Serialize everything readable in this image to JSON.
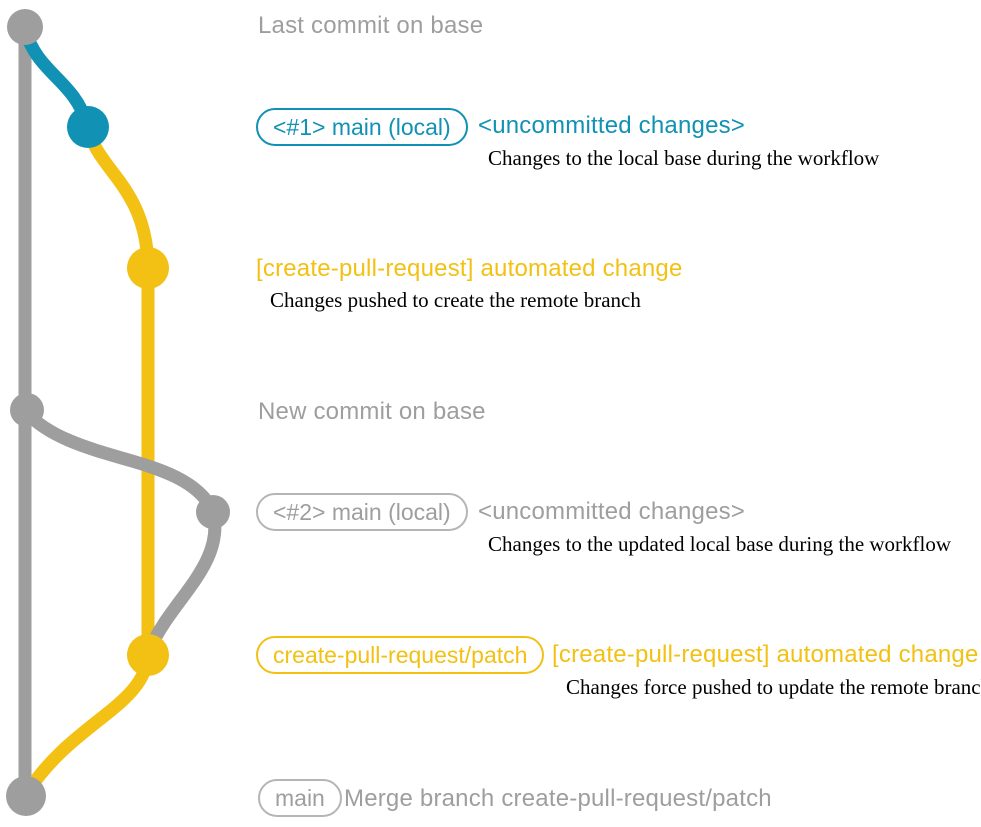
{
  "colors": {
    "gray": "#9e9e9e",
    "box_gray": "#b5b5b5",
    "teal": "#1191b4",
    "yellow": "#f2c114",
    "ink": "#000000"
  },
  "graph": {
    "base_branch_color": "#9e9e9e",
    "local_change_color": "#1191b4",
    "pull_request_branch_color": "#f2c114",
    "commit_count": 7
  },
  "rows": {
    "last_commit": {
      "label": "Last commit on base"
    },
    "step1": {
      "badge": "<#1> main (local)",
      "title": "<uncommitted changes>",
      "caption": "Changes to the local base during the workflow"
    },
    "step2": {
      "title": "[create-pull-request] automated change",
      "caption": "Changes pushed to create the remote branch"
    },
    "new_commit": {
      "label": "New commit on base"
    },
    "step3": {
      "badge": "<#2> main (local)",
      "title": "<uncommitted changes>",
      "caption": "Changes to the updated local base during the workflow"
    },
    "step4": {
      "badge": "create-pull-request/patch",
      "title": "[create-pull-request] automated change",
      "caption": "Changes force pushed to update the remote branch"
    },
    "merge": {
      "badge": "main",
      "label": "Merge branch create-pull-request/patch"
    }
  }
}
